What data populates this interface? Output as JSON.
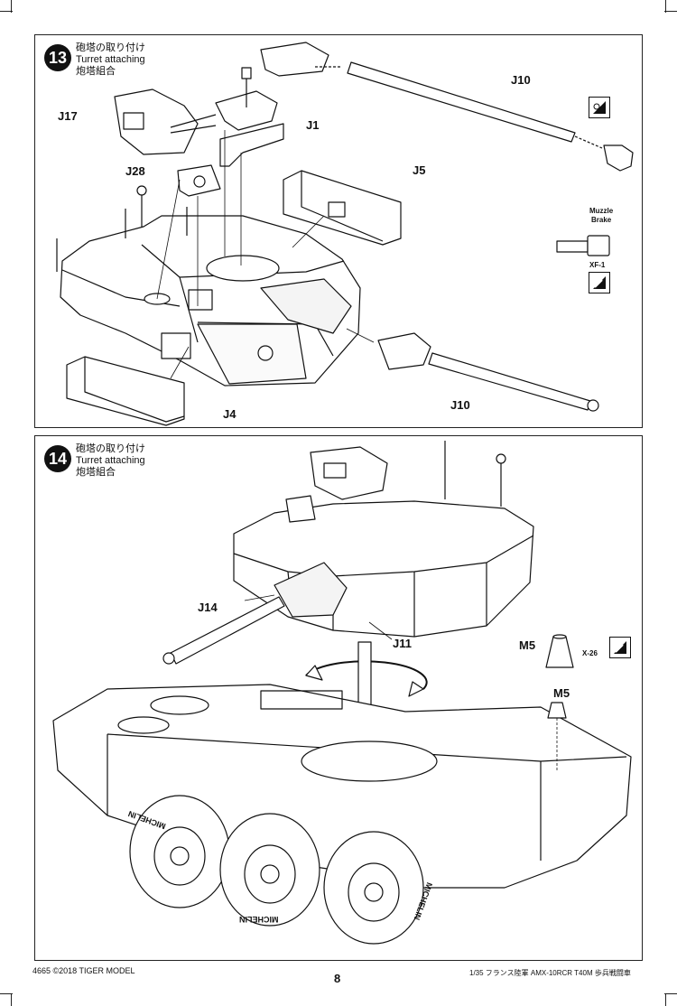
{
  "step13": {
    "number": "13",
    "title_jp": "砲塔の取り付け",
    "title_en": "Turret attaching",
    "title_cn": "炮塔組合",
    "labels": {
      "j10_top": "J10",
      "j17": "J17",
      "j1": "J1",
      "j28": "J28",
      "j5": "J5",
      "j4": "J4",
      "j10_bottom": "J10"
    },
    "muzzle_brake": "Muzzle\nBrake",
    "paint_code": "XF-1"
  },
  "step14": {
    "number": "14",
    "title_jp": "砲塔の取り付け",
    "title_en": "Turret attaching",
    "title_cn": "炮塔組合",
    "labels": {
      "j14": "J14",
      "j11": "J11",
      "m5_part": "M5",
      "m5_callout": "M5",
      "x26": "X-26"
    },
    "tire_text": "MICHELIN"
  },
  "footer": {
    "left": "4665  ©2018  TIGER MODEL",
    "page": "8",
    "right": "1/35 フランス陸軍 AMX-10RCR T40M 歩兵戦闘車"
  }
}
